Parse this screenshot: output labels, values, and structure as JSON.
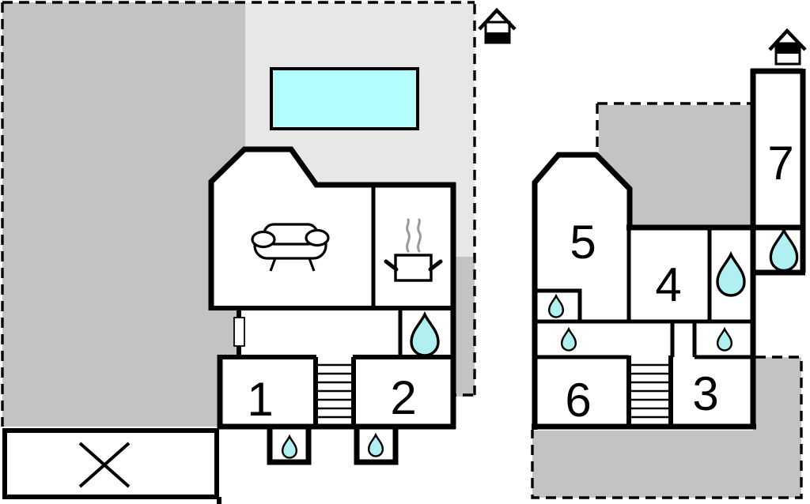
{
  "page": {
    "type": "property-floor-plan",
    "floor_count": 2
  },
  "colors": {
    "wall_black": "#000000",
    "terrace_gray": "#c3c3c3",
    "patio_light_gray": "#e7e7e7",
    "pool_cyan": "#b3ffff",
    "water_drop_cyan": "#b0f0f0",
    "steam_gray": "#999999",
    "background": "#ffffff"
  },
  "ground_floor": {
    "name": "ground floor",
    "level_icon": "house-lower-half-filled-icon",
    "rooms": [
      "1",
      "2"
    ],
    "features": [
      "swimming-pool",
      "terrace",
      "sofa",
      "stove-pot",
      "bathroom-water-drop",
      "porch-water-drops",
      "staircase",
      "entrance-door",
      "parking-cross"
    ]
  },
  "upper_floor": {
    "name": "upper floor",
    "level_icon": "house-upper-half-filled-icon",
    "rooms": [
      "3",
      "4",
      "5",
      "6",
      "7"
    ],
    "features": [
      "terrace",
      "bathroom-water-drops",
      "staircase"
    ]
  }
}
